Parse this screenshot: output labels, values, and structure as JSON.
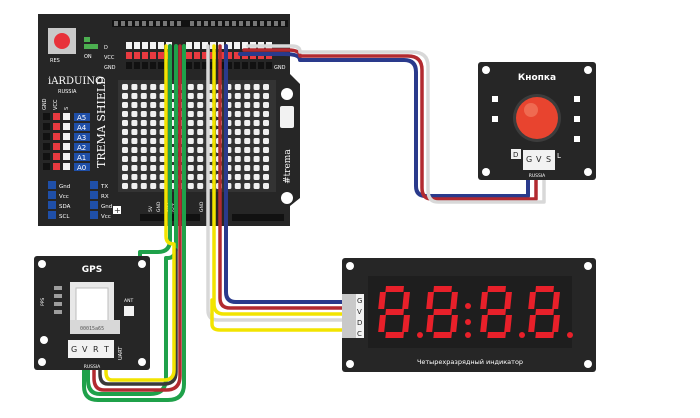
{
  "arduino": {
    "res_label": "RES",
    "on_label": "ON",
    "brand": "iARDUINO",
    "country": "RUSSIA",
    "shield_name": "TREMA SHIELD",
    "trema_label": "#trema",
    "pin_d_label": "D",
    "vcc_label": "VCC",
    "gnd_label": "GND",
    "side_gnd": "GND",
    "side_vcc": "VCC",
    "side_s": "S",
    "analog_pins": [
      "A5",
      "A4",
      "A3",
      "A2",
      "A1",
      "A0"
    ],
    "i2c_left": [
      "Gnd",
      "Vcc",
      "SDA",
      "SCL"
    ],
    "i2c_right": [
      "TX",
      "RX",
      "Gnd",
      "Vcc"
    ],
    "bottom_labels": [
      "5V",
      "GND",
      "3.3V",
      "RST"
    ],
    "bottom_mid": "GND"
  },
  "button_module": {
    "title": "Кнопка",
    "d_label": "D",
    "pins": [
      "G",
      "V",
      "S"
    ],
    "l_label": "L",
    "country": "RUSSIA"
  },
  "gps_module": {
    "title": "GPS",
    "ant_label": "ANT",
    "pps_label": "PPS",
    "chip_text": "00015a65",
    "pins": [
      "G",
      "V",
      "R",
      "T"
    ],
    "side_label": "UART",
    "country": "RUSSIA"
  },
  "display_module": {
    "caption": "Четырехразрядный индикатор",
    "pins": [
      "G",
      "V",
      "D",
      "C"
    ],
    "segment_color": "#e8202a"
  },
  "colors": {
    "board": "#262626",
    "wire_black": "#3a3a3a",
    "wire_red": "#b22a30",
    "wire_blue": "#2a3a8c",
    "wire_yellow": "#f2e400",
    "wire_green": "#1fa14a",
    "wire_white": "#cfcfcf",
    "button_red": "#e8442f"
  }
}
